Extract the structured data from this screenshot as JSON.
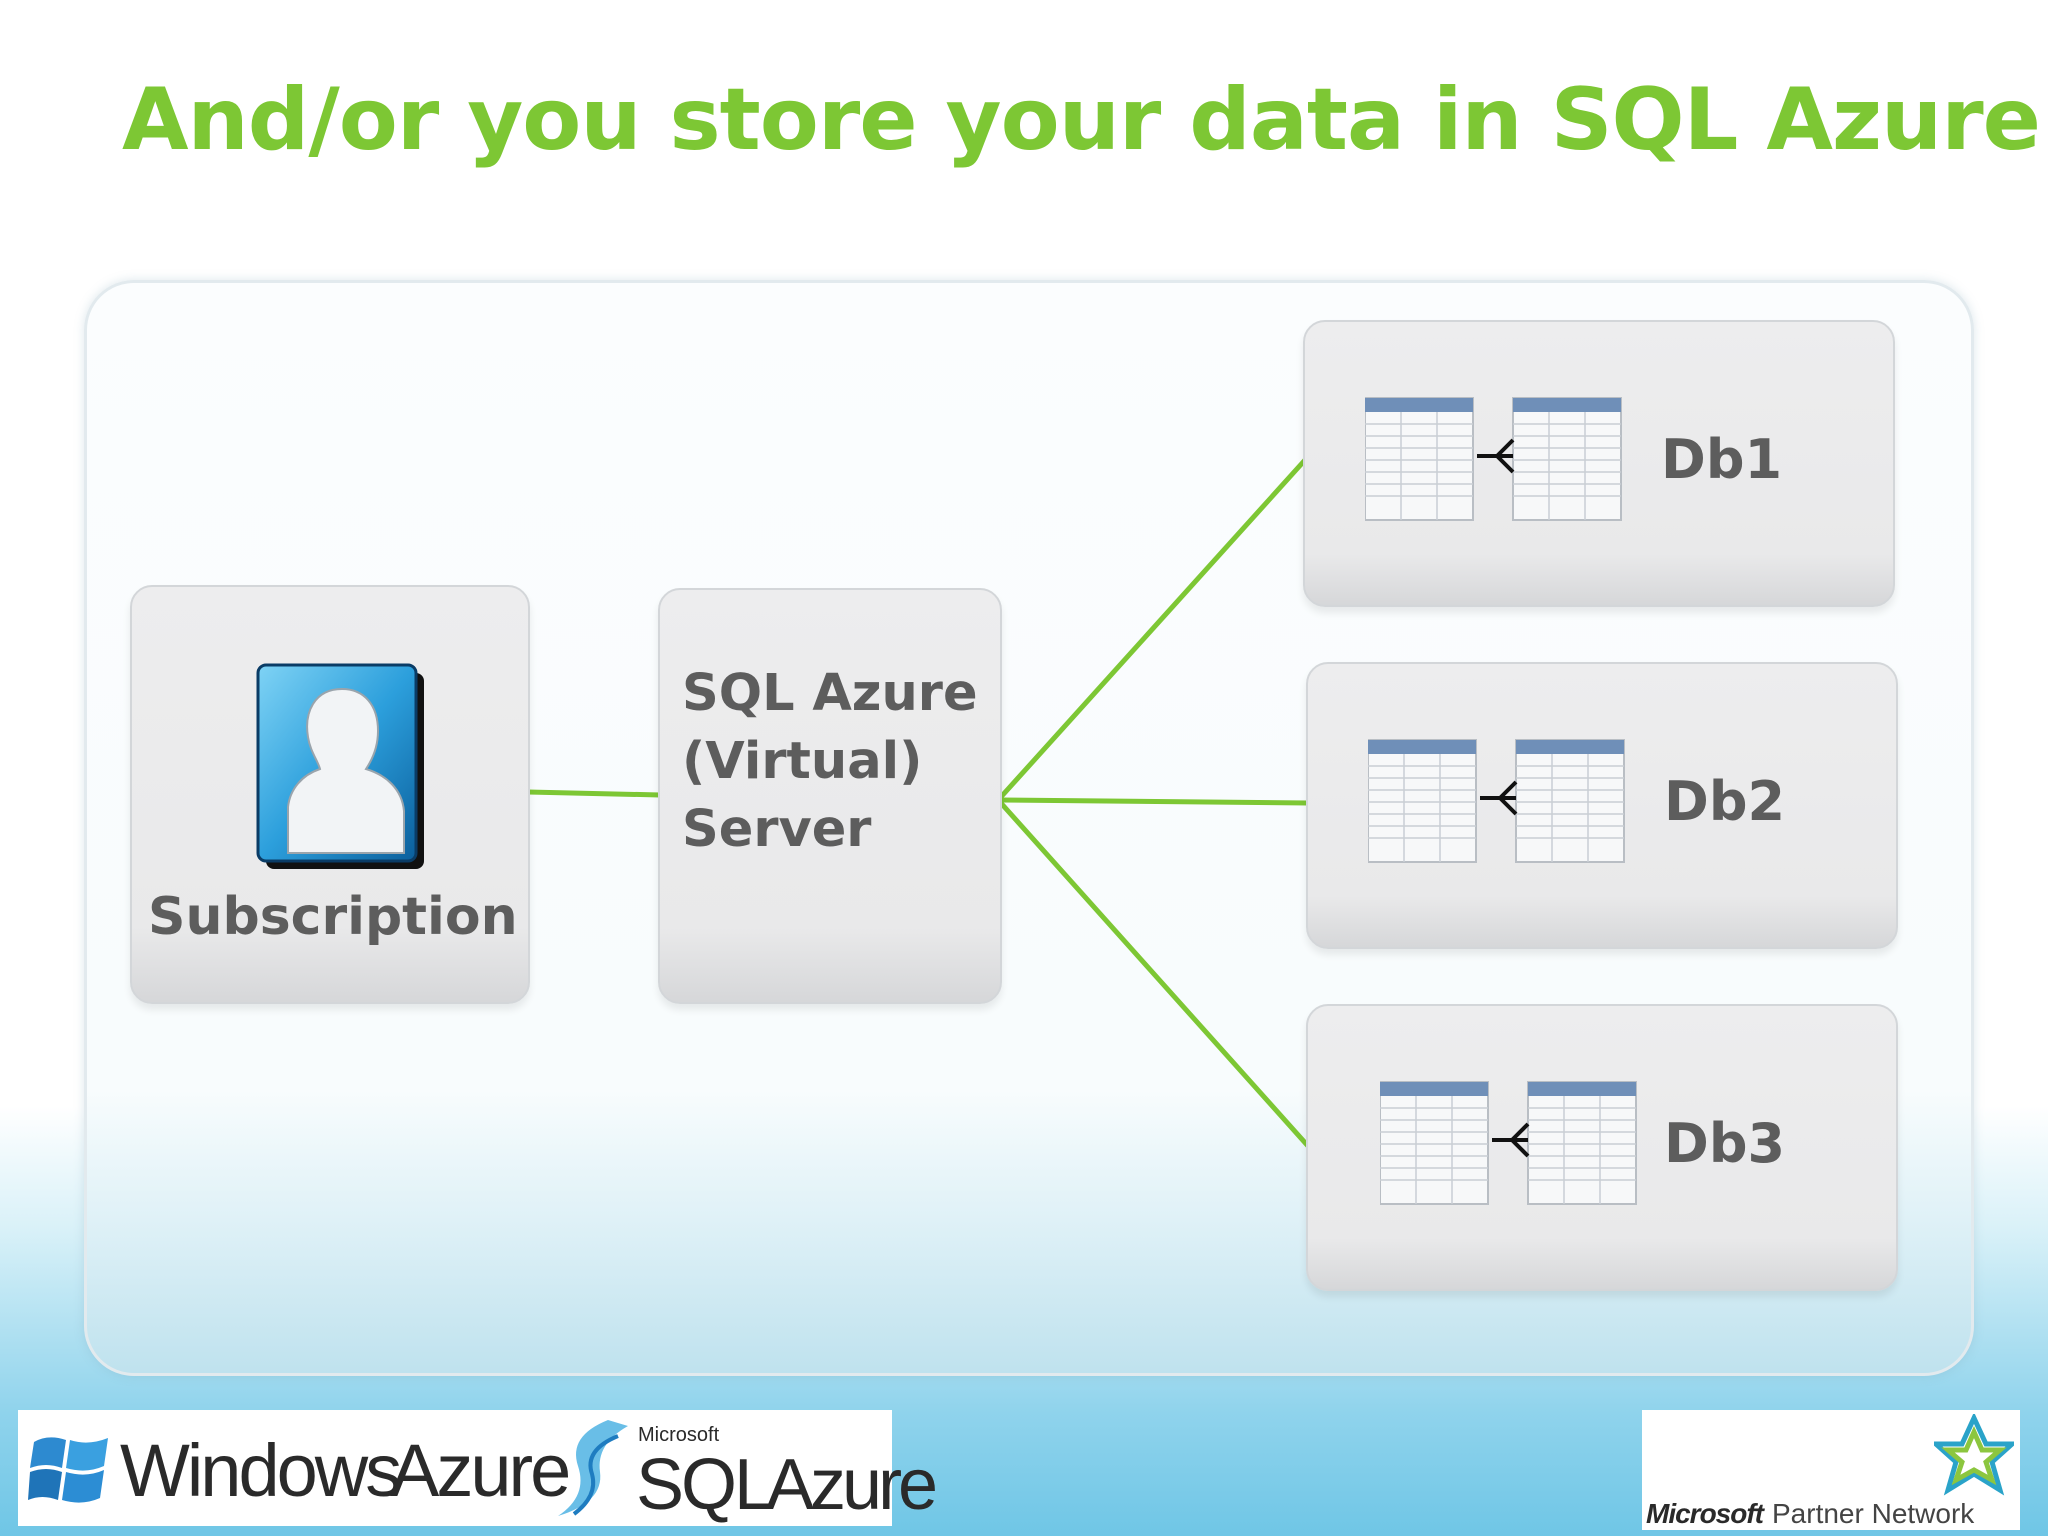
{
  "slide": {
    "title": "And/or you store your data in SQL Azure"
  },
  "diagram": {
    "subscription": {
      "label": "Subscription",
      "icon": "user-icon"
    },
    "server": {
      "label": "SQL Azure (Virtual) Server"
    },
    "databases": [
      {
        "label": "Db1",
        "icon": "database-tables-icon"
      },
      {
        "label": "Db2",
        "icon": "database-tables-icon"
      },
      {
        "label": "Db3",
        "icon": "database-tables-icon"
      }
    ],
    "connector_color": "#7dc734"
  },
  "logos": {
    "windows_azure": {
      "word1": "Windows",
      "word2": "Azure"
    },
    "sql_azure": {
      "small": "Microsoft",
      "word1": "SQL",
      "word2": "Azure"
    },
    "partner_network": {
      "brand": "Microsoft",
      "text": "Partner Network"
    }
  },
  "colors": {
    "title": "#7dc734",
    "label": "#5d5d5d"
  }
}
